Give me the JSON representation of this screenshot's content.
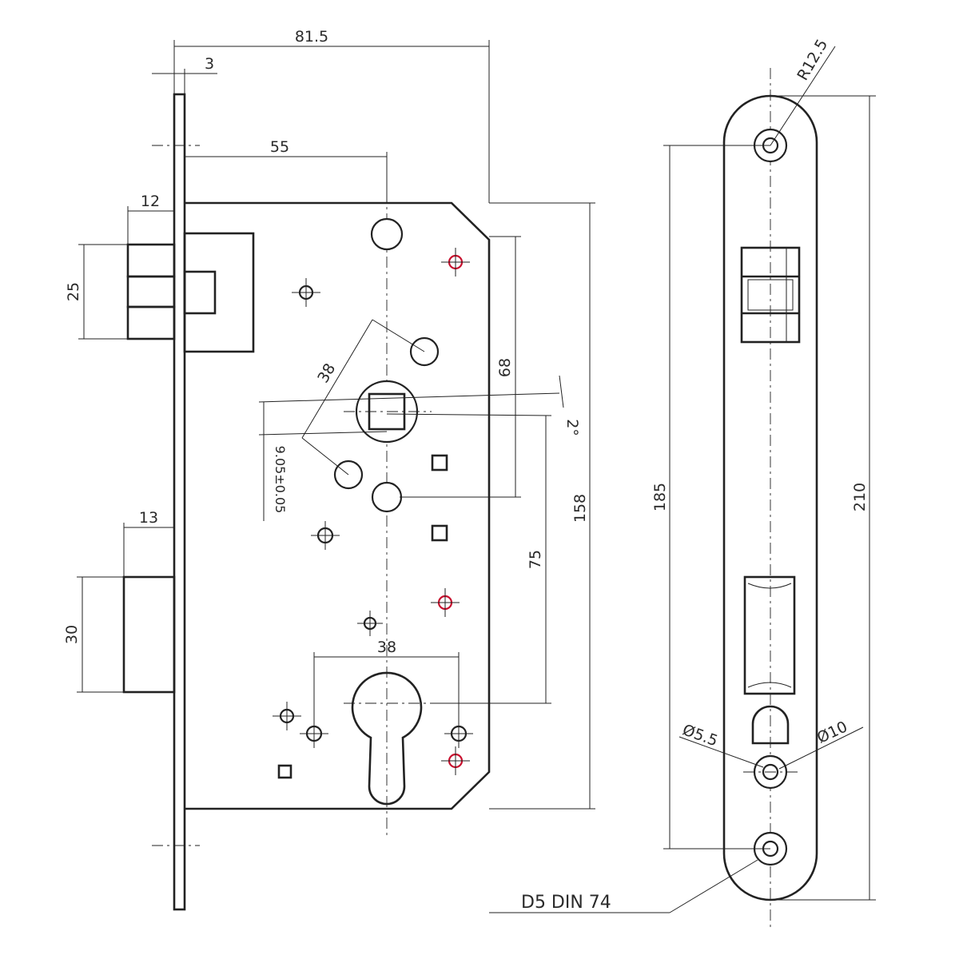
{
  "drawing": {
    "background": "#ffffff",
    "line_color": "#222222",
    "accent_color": "#c8102e"
  },
  "dimensions": {
    "total_depth": "81.5",
    "faceplate_thickness": "3",
    "backset": "55",
    "latch_projection": "12",
    "latch_height": "25",
    "follower_diagonal": "38",
    "follower_to_top_hole": "68",
    "angle": "2°",
    "follower_square": "9.05±0.05",
    "case_height": "158",
    "handle_to_cylinder": "75",
    "cylinder_hole_spacing": "38",
    "bolt_projection": "13",
    "bolt_height": "30",
    "faceplate_radius": "R12.5",
    "screw_hole_spacing": "185",
    "faceplate_length": "210",
    "hole_diameter_small": "Ø5.5",
    "hole_diameter_large": "Ø10",
    "screw_standard": "D5 DIN 74"
  }
}
